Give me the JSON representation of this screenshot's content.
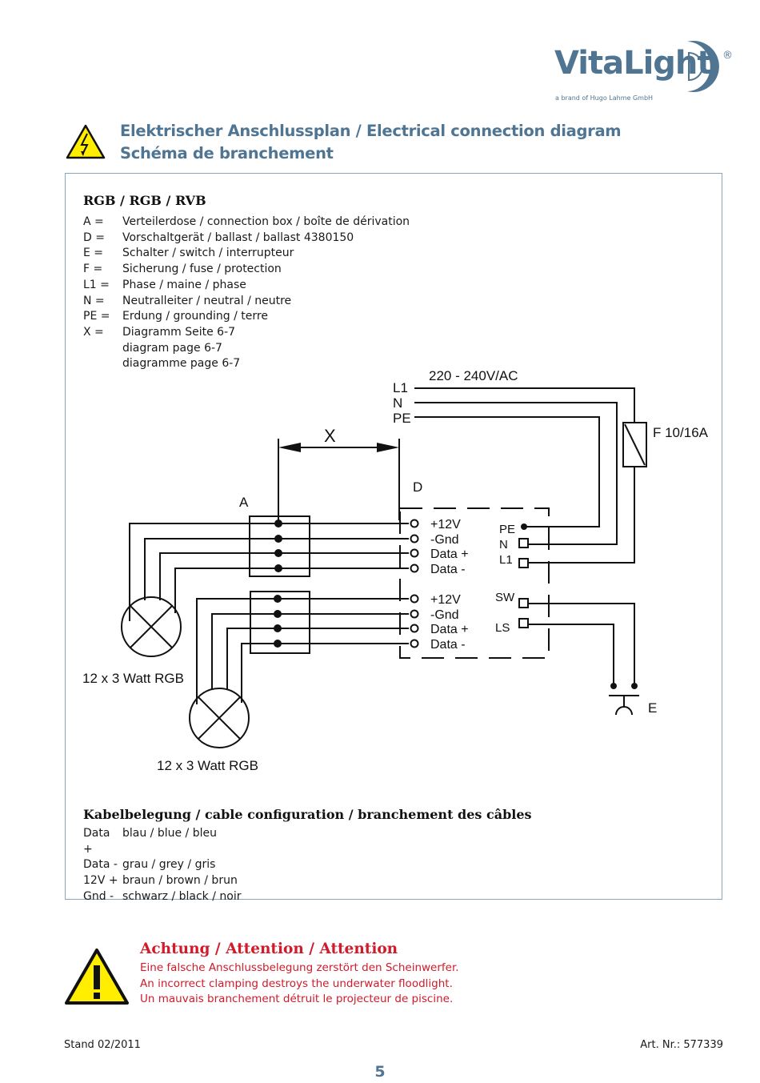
{
  "logo": {
    "brand": "VitaLight",
    "registered": "®",
    "tagline": "a brand of Hugo Lahme GmbH"
  },
  "header": {
    "title_line1": "Elektrischer Anschlussplan / Electrical connection diagram",
    "title_line2": "Schéma de branchement",
    "icon": "high-voltage-warning-icon"
  },
  "legend": {
    "title": "RGB / RGB / RVB",
    "items": [
      {
        "key": "A =",
        "value": "Verteilerdose / connection box / boîte de dérivation"
      },
      {
        "key": "D =",
        "value": "Vorschaltgerät / ballast / ballast 4380150"
      },
      {
        "key": "E =",
        "value": "Schalter / switch / interrupteur"
      },
      {
        "key": "F =",
        "value": "Sicherung / fuse / protection"
      },
      {
        "key": "L1 =",
        "value": "Phase / maine / phase"
      },
      {
        "key": "N =",
        "value": "Neutralleiter / neutral / neutre"
      },
      {
        "key": "PE =",
        "value": "Erdung / grounding / terre"
      },
      {
        "key": "X =",
        "value": "Diagramm Seite 6-7"
      },
      {
        "key": "",
        "value": "diagram page 6-7"
      },
      {
        "key": "",
        "value": "diagramme page 6-7"
      }
    ]
  },
  "diagram": {
    "supply_voltage": "220 - 240V/AC",
    "supply_lines": [
      "L1",
      "N",
      "PE"
    ],
    "fuse_label": "F 10/16A",
    "dimension_label": "X",
    "box_a_label": "A",
    "ballast_label": "D",
    "switch_label": "E",
    "ballast_outputs_1": [
      "+12V",
      "-Gnd",
      "Data +",
      "Data -"
    ],
    "ballast_outputs_2": [
      "+12V",
      "-Gnd",
      "Data +",
      "Data -"
    ],
    "ballast_inputs": [
      "PE",
      "N",
      "L1"
    ],
    "ballast_switch_inputs": [
      "SW",
      "LS"
    ],
    "lamp1_label": "12 x 3 Watt RGB",
    "lamp2_label": "12 x 3 Watt RGB"
  },
  "cable": {
    "title": "Kabelbelegung / cable configuration / branchement des câbles",
    "items": [
      {
        "key": "Data +",
        "value": "blau / blue / bleu"
      },
      {
        "key": "Data -",
        "value": "grau / grey / gris"
      },
      {
        "key": "12V +",
        "value": "braun / brown / brun"
      },
      {
        "key": "Gnd -",
        "value": "schwarz / black / noir"
      }
    ]
  },
  "attention": {
    "title": "Achtung / Attention / Attention",
    "lines": [
      "Eine falsche Anschlussbelegung zerstört den Scheinwerfer.",
      "An incorrect clamping destroys the underwater floodlight.",
      "Un mauvais branchement détruit le projecteur de piscine."
    ],
    "color": "#d11a2a"
  },
  "footer": {
    "stand": "Stand 02/2011",
    "article": "Art. Nr.: 577339",
    "page": "5"
  },
  "colors": {
    "brand": "#4f7593",
    "frame": "#8aa6bd",
    "warning_yellow": "#ffee00"
  }
}
